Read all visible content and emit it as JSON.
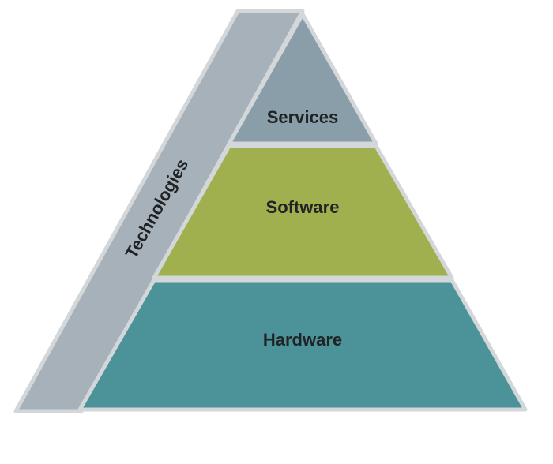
{
  "diagram": {
    "side_band": {
      "label": "Technologies",
      "color": "#a6b1b9"
    },
    "layers": [
      {
        "id": "services",
        "label": "Services",
        "color": "#8a9ea9"
      },
      {
        "id": "software",
        "label": "Software",
        "color": "#a0b04e"
      },
      {
        "id": "hardware",
        "label": "Hardware",
        "color": "#4b9399"
      }
    ],
    "outline_color": "#d3d7d9"
  }
}
